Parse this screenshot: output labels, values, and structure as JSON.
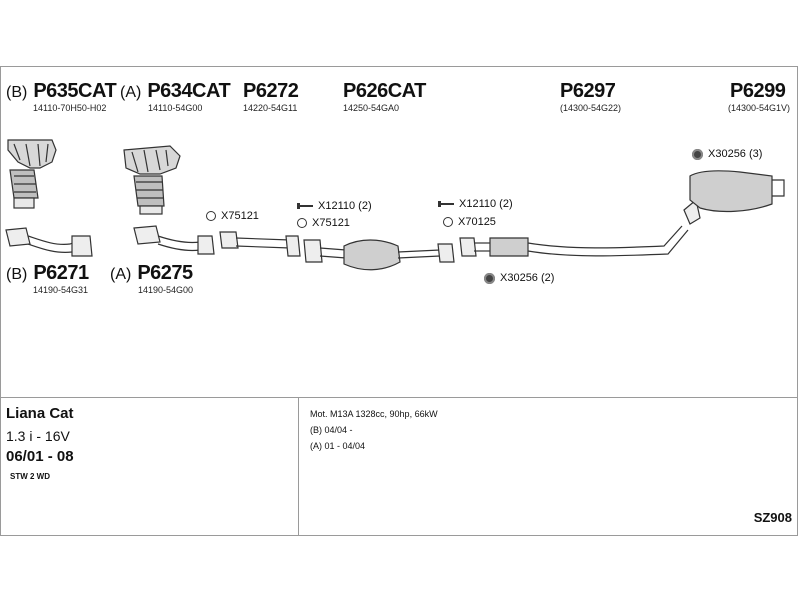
{
  "parts": {
    "p635cat": {
      "prefix": "(B)",
      "number": "P635CAT",
      "oem": "14110-70H50-H02"
    },
    "p634cat": {
      "prefix": "(A)",
      "number": "P634CAT",
      "oem": "14110-54G00"
    },
    "p6272": {
      "number": "P6272",
      "oem": "14220-54G11"
    },
    "p626cat": {
      "number": "P626CAT",
      "oem": "14250-54GA0"
    },
    "p6297": {
      "number": "P6297",
      "oem": "(14300-54G22)"
    },
    "p6299": {
      "number": "P6299",
      "oem": "(14300-54G1V)"
    },
    "p6271": {
      "prefix": "(B)",
      "number": "P6271",
      "oem": "14190-54G31"
    },
    "p6275": {
      "prefix": "(A)",
      "number": "P6275",
      "oem": "14190-54G00"
    }
  },
  "refs": {
    "x75121_a": "X75121",
    "x12110_a": "X12110 (2)",
    "x75121_b": "X75121",
    "x12110_b": "X12110 (2)",
    "x70125": "X70125",
    "x30256_3": "X30256 (3)",
    "x30256_2": "X30256 (2)"
  },
  "info": {
    "model": "Liana Cat",
    "engine": "1.3 i - 16V",
    "years": "06/01 - 08",
    "body": "STW 2 WD",
    "motor": "Mot. M13A 1328cc, 90hp, 66kW",
    "variant_b": "(B) 04/04 -",
    "variant_a": "(A) 01 - 04/04",
    "code": "SZ908"
  }
}
